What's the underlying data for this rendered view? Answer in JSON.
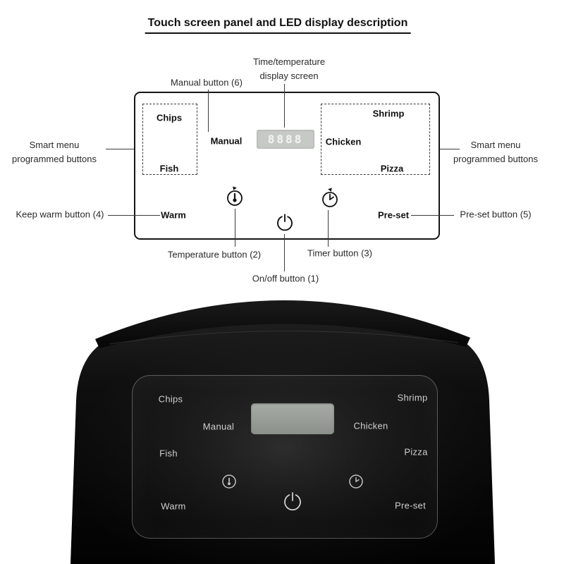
{
  "title": "Touch screen panel and LED display description",
  "diagram": {
    "annotations": {
      "display_line1": "Time/temperature",
      "display_line2": "display screen",
      "manual": "Manual button (6)",
      "smart_menu_left_line1": "Smart menu",
      "smart_menu_left_line2": "programmed buttons",
      "smart_menu_right_line1": "Smart menu",
      "smart_menu_right_line2": "programmed buttons",
      "keep_warm": "Keep warm button (4)",
      "preset": "Pre-set button (5)",
      "temperature": "Temperature button (2)",
      "timer": "Timer button (3)",
      "on_off": "On/off button (1)"
    },
    "panel": {
      "chips": "Chips",
      "fish": "Fish",
      "manual": "Manual",
      "display_value": "8888",
      "chicken": "Chicken",
      "shrimp": "Shrimp",
      "pizza": "Pizza",
      "warm": "Warm",
      "preset": "Pre-set"
    }
  },
  "appliance": {
    "panel": {
      "chips": "Chips",
      "shrimp": "Shrimp",
      "manual": "Manual",
      "chicken": "Chicken",
      "fish": "Fish",
      "pizza": "Pizza",
      "warm": "Warm",
      "preset": "Pre-set"
    }
  },
  "colors": {
    "appliance_body": "#0b0b0b",
    "appliance_label": "#cfcfcf",
    "diagram_display_bg": "#c6c9c6",
    "appliance_display_bg": "#989d97",
    "annotation_line": "#3a3a3a"
  }
}
